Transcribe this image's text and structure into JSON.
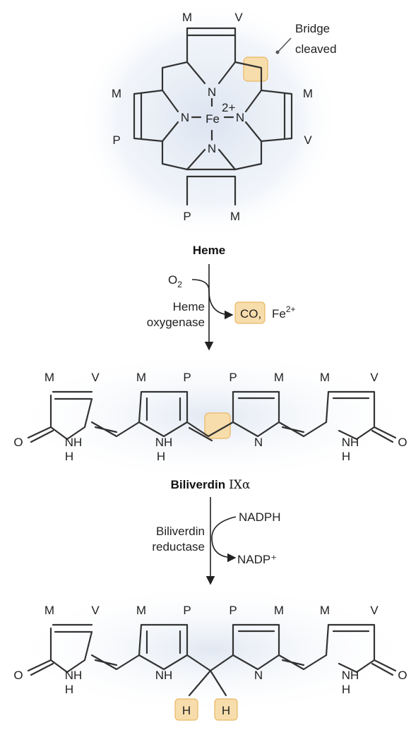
{
  "heme": {
    "labels": {
      "top_left": "M",
      "top_right": "V",
      "left_top": "M",
      "left_bottom": "P",
      "right_top": "M",
      "right_bottom": "V",
      "bottom_left": "P",
      "bottom_right": "M"
    },
    "iron": "Fe",
    "iron_charge": "2+",
    "nitrogen": "N",
    "annotation_line1": "Bridge",
    "annotation_line2": "cleaved",
    "name": "Heme"
  },
  "step1": {
    "substrate": "O",
    "substrate_sub": "2",
    "enzyme_line1": "Heme",
    "enzyme_line2": "oxygenase",
    "product_co": "CO,",
    "product_fe": "Fe",
    "product_fe_charge": "2+"
  },
  "biliverdin": {
    "name_bold": "Biliverdin",
    "name_suffix": "IXα",
    "ring_labels": [
      "M",
      "V",
      "M",
      "P",
      "P",
      "M",
      "M",
      "V"
    ],
    "oxygen": "O",
    "nitrogen": "N",
    "hydrogen": "H",
    "nh": "NH"
  },
  "step2": {
    "cofactor_in": "NADPH",
    "cofactor_out": "NADP⁺",
    "enzyme_line1": "Biliverdin",
    "enzyme_line2": "reductase"
  },
  "bilirubin": {
    "ring_labels": [
      "M",
      "V",
      "M",
      "P",
      "P",
      "M",
      "M",
      "V"
    ],
    "hydrogen": "H"
  }
}
